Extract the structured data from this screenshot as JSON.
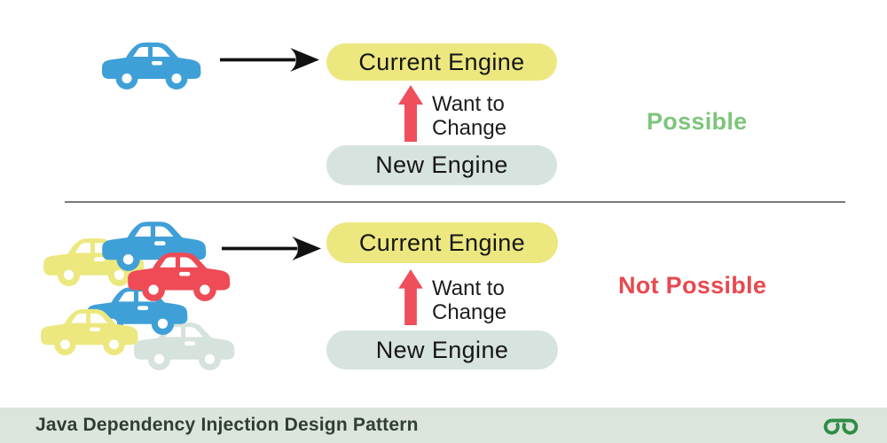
{
  "colors": {
    "background": "#ffffff",
    "yellow_pill": "#ece87f",
    "mint_pill": "#d7e3de",
    "blue_car": "#3fa0d8",
    "yellow_car": "#ece87f",
    "red_car": "#ee4b56",
    "gray_car": "#d6e2dc",
    "red_arrow": "#ef4f5b",
    "black_arrow": "#111111",
    "possible_green": "#7dc57a",
    "not_possible_red": "#e7494f",
    "divider_gray": "#7a7a7a",
    "footer_bg": "#dce5dc",
    "footer_text": "#2f3e33",
    "logo_green": "#2f8d46"
  },
  "icons": {
    "car": "car-icon",
    "right_arrow": "right-arrow-icon",
    "up_arrow": "up-arrow-icon",
    "logo": "geeksforgeeks-logo-icon"
  },
  "top_section": {
    "car_icons": [
      "blue-car-icon"
    ],
    "current_engine_label": "Current Engine",
    "want_to_change_label": "Want to\nChange",
    "new_engine_label": "New Engine",
    "status_label": "Possible"
  },
  "bottom_section": {
    "car_icons": [
      "yellow-car-icon",
      "blue-car-icon",
      "gray-car-icon",
      "blue-car-icon",
      "yellow-car-icon",
      "red-car-icon"
    ],
    "current_engine_label": "Current Engine",
    "want_to_change_label": "Want to\nChange",
    "new_engine_label": "New Engine",
    "status_label": "Not Possible"
  },
  "footer": {
    "title": "Java Dependency Injection Design Pattern"
  }
}
